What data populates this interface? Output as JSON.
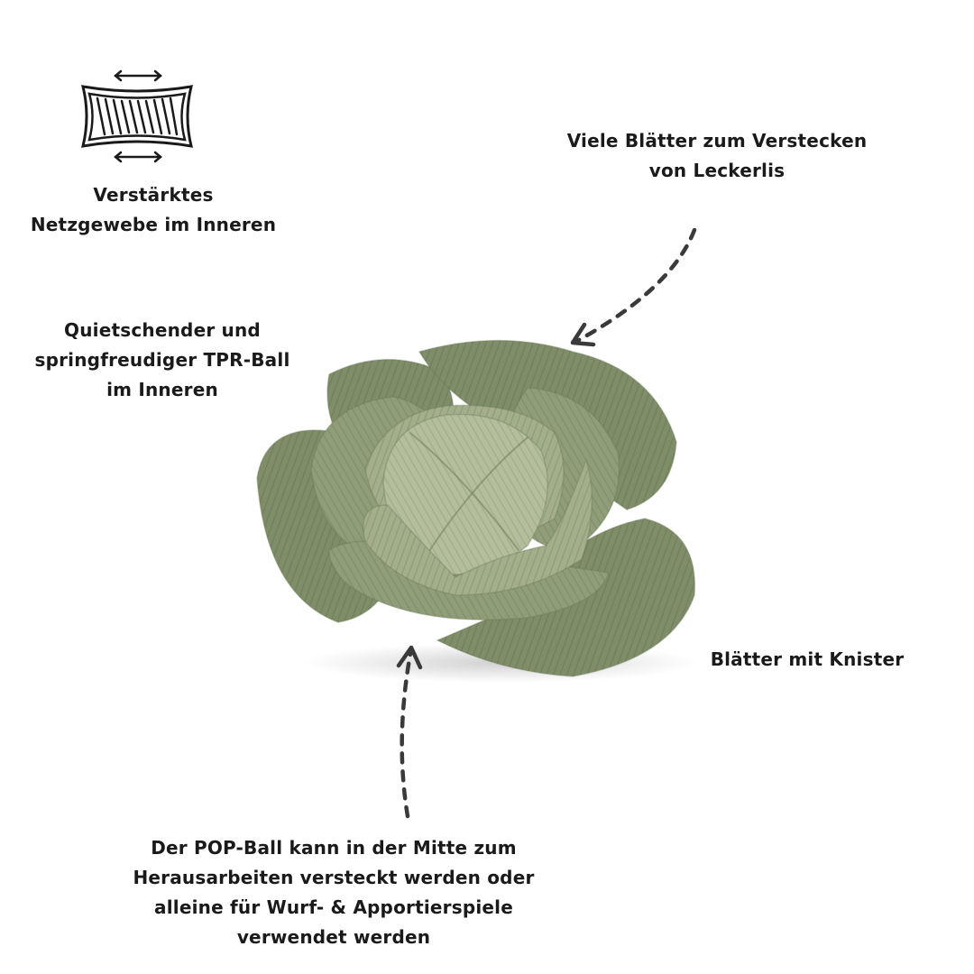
{
  "features": {
    "mesh": {
      "icon": "reinforced-mesh-icon",
      "lines": [
        "Verstärktes",
        "Netzgewebe im Inneren"
      ]
    },
    "leaves": {
      "lines": [
        "Viele Blätter zum Verstecken",
        "von Leckerlis"
      ]
    },
    "ball": {
      "lines": [
        "Quietschender und",
        "springfreudiger TPR-Ball",
        "im Inneren"
      ]
    },
    "crinkle": {
      "lines": [
        "Blätter mit Knister"
      ]
    },
    "pop": {
      "lines": [
        "Der POP-Ball kann in der Mitte zum",
        "Herausarbeiten versteckt werden oder",
        "alleine für Wurf- & Apportierspiele",
        "verwendet werden"
      ]
    }
  },
  "product": {
    "name_icon": "cabbage-toy-illustration",
    "colors": {
      "outer_leaf": "#7f8e69",
      "mid_leaf": "#8f9d78",
      "inner_leaf": "#a3ae8b",
      "core": "#b4bd9c",
      "rib": "#6a7856"
    }
  },
  "arrow_color": "#3a3a3a"
}
